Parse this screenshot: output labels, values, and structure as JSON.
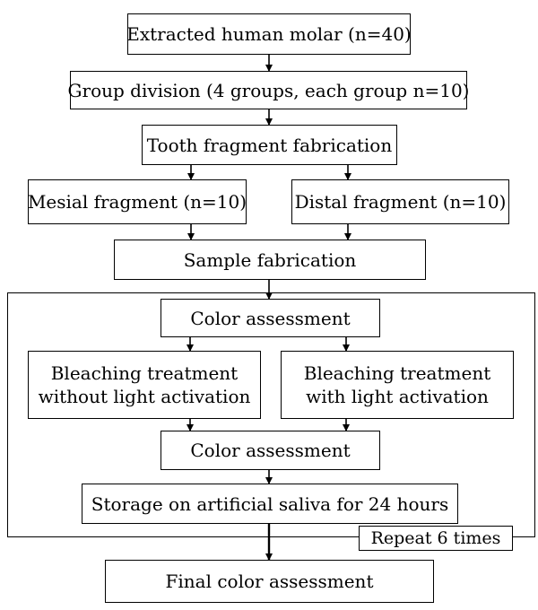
{
  "flowchart": {
    "extracted": "Extracted human molar (n=40)",
    "group_division": "Group division (4 groups, each group n=10)",
    "fragment_fabrication": "Tooth fragment fabrication",
    "mesial": "Mesial fragment (n=10)",
    "distal": "Distal fragment (n=10)",
    "sample_fabrication": "Sample fabrication",
    "color_assessment_1": "Color assessment",
    "bleach_no_light": [
      "Bleaching treatment",
      "without light activation"
    ],
    "bleach_light": [
      "Bleaching treatment",
      "with light activation"
    ],
    "color_assessment_2": "Color assessment",
    "storage": "Storage on artificial saliva for 24 hours",
    "repeat": "Repeat 6 times",
    "final": "Final color assessment"
  }
}
